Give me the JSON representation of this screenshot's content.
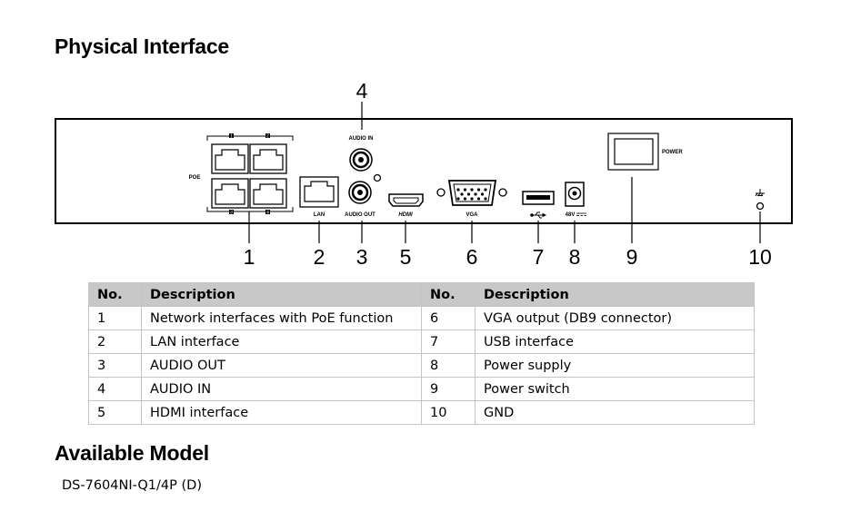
{
  "titles": {
    "physical_interface": "Physical Interface",
    "available_model": "Available Model"
  },
  "panel_labels": {
    "poe": "POE",
    "lan": "LAN",
    "audio_in": "AUDIO IN",
    "audio_out": "AUDIO OUT",
    "hdmi": "HDMI",
    "vga": "VGA",
    "dc": "48V",
    "power": "POWER",
    "poe_port_1": "1",
    "poe_port_2": "2",
    "poe_port_3": "3",
    "poe_port_4": "4"
  },
  "callouts": [
    "1",
    "2",
    "3",
    "4",
    "5",
    "6",
    "7",
    "8",
    "9",
    "10"
  ],
  "table": {
    "headers": [
      "No.",
      "Description",
      "No.",
      "Description"
    ],
    "rows": [
      [
        "1",
        "Network interfaces with PoE function",
        "6",
        "VGA output (DB9 connector)"
      ],
      [
        "2",
        "LAN interface",
        "7",
        "USB interface"
      ],
      [
        "3",
        "AUDIO OUT",
        "8",
        "Power supply"
      ],
      [
        "4",
        "AUDIO IN",
        "9",
        "Power switch"
      ],
      [
        "5",
        "HDMI interface",
        "10",
        "GND"
      ]
    ]
  },
  "model": "DS-7604NI-Q1/4P (D)"
}
